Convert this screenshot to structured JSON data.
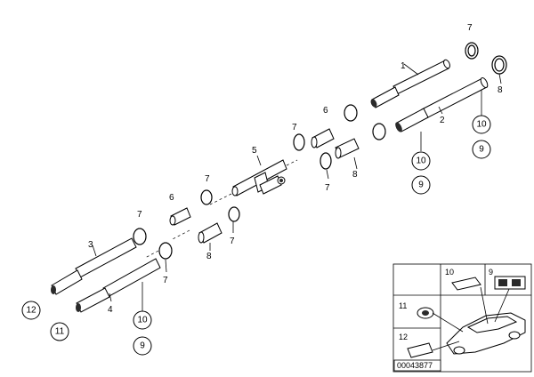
{
  "diagram": {
    "part_labels": {
      "p1": "1",
      "p2": "2",
      "p3": "3",
      "p4": "4",
      "p5": "5",
      "p6a": "6",
      "p6b": "6",
      "p7a": "7",
      "p7b": "7",
      "p7c": "7",
      "p7d": "7",
      "p7e": "7",
      "p7f": "7",
      "p7g": "7",
      "p8a": "8",
      "p8b": "8",
      "p8c": "8",
      "c10a": "10",
      "c9a": "9",
      "c10b": "10",
      "c9b": "9",
      "c12": "12",
      "c11": "11",
      "c10c": "10",
      "c9c": "9"
    },
    "inset": {
      "labels": [
        "10",
        "9",
        "11",
        "12"
      ],
      "code": "00043877"
    }
  }
}
